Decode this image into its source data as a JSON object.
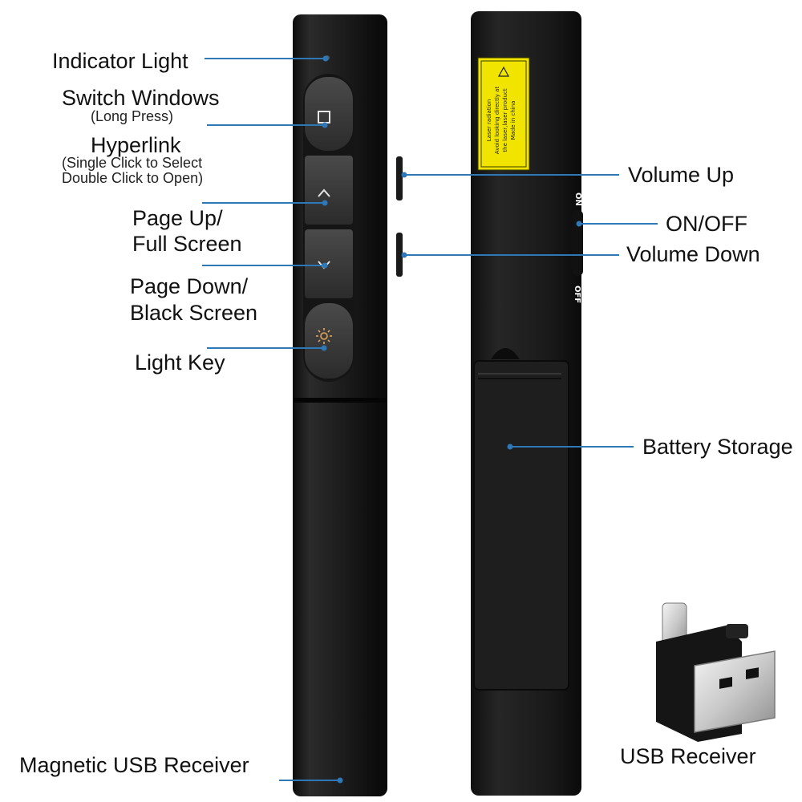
{
  "labels": {
    "indicator_light": "Indicator Light",
    "switch_windows": "Switch Windows",
    "long_press": "(Long Press)",
    "hyperlink": "Hyperlink",
    "hyperlink_note_1": "(Single Click to Select",
    "hyperlink_note_2": "Double Click to Open)",
    "page_up_1": "Page Up/",
    "page_up_2": "Full Screen",
    "page_down_1": "Page Down/",
    "page_down_2": "Black Screen",
    "light_key": "Light Key",
    "magnetic_usb_receiver": "Magnetic USB Receiver",
    "volume_up": "Volume Up",
    "on_off": "ON/OFF",
    "volume_down": "Volume Down",
    "battery_storage": "Battery Storage",
    "usb_receiver": "USB Receiver"
  },
  "device": {
    "switch_on": "ON",
    "switch_off": "OFF",
    "laser_label_1": "Laser radiation",
    "laser_label_2": "Avoid looking directly at",
    "laser_label_3": "the laser,laser product",
    "laser_label_4": "Made in china"
  },
  "colors": {
    "callout": "#2f78b7",
    "body": "#1f1f1f",
    "warning": "#f1e500"
  }
}
